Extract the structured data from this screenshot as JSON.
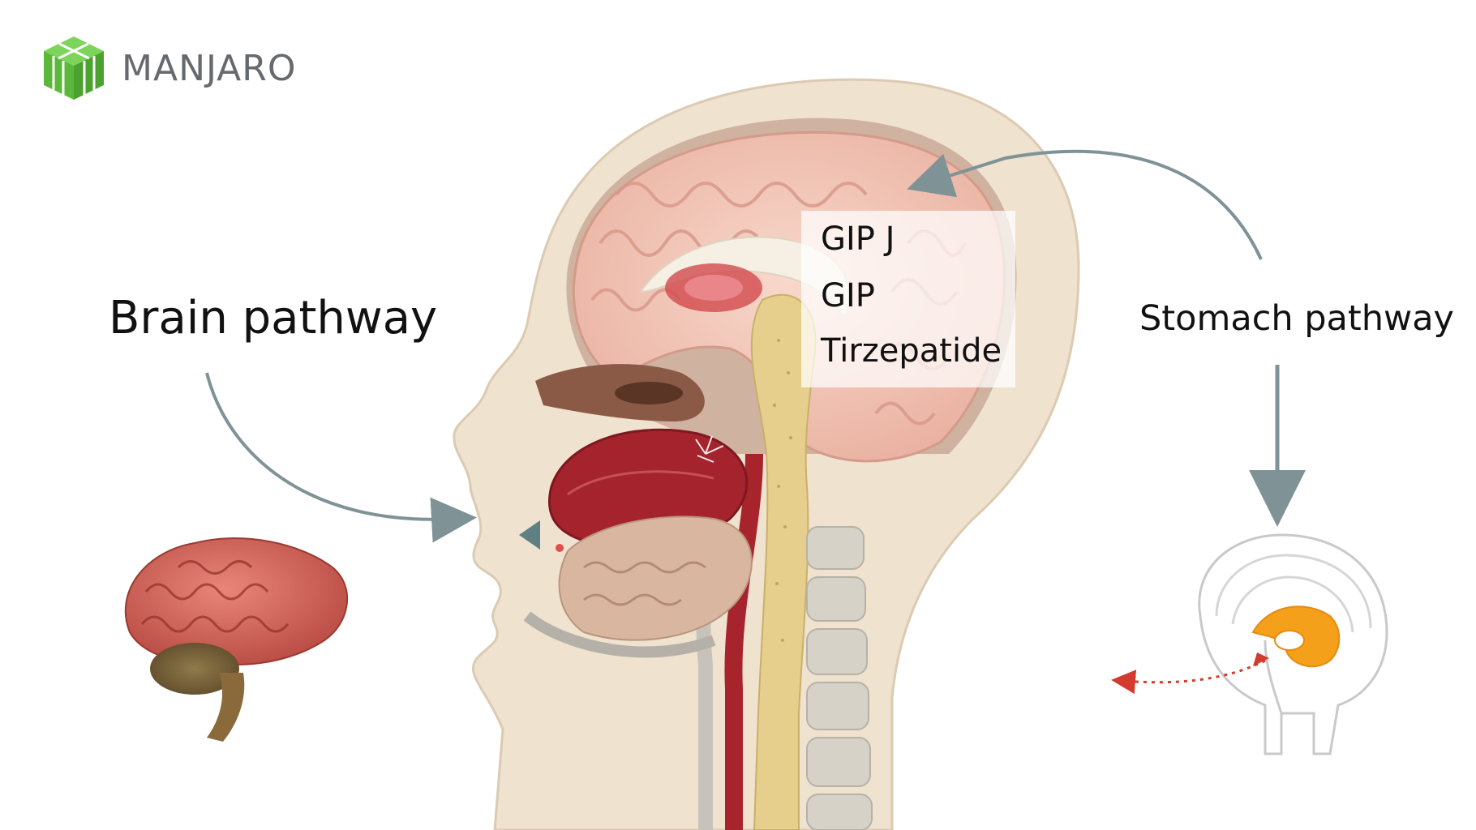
{
  "brand": {
    "name": "MANJARO",
    "logo_color": "#5cb83a"
  },
  "labels": {
    "left": "Brain pathway",
    "right": "Stomach pathway"
  },
  "callout": {
    "lines": [
      "GIP J",
      "GIP",
      "Tirzepatide"
    ]
  },
  "icons": {
    "logo": "cube-logo-icon",
    "arrow_left": "curved-arrow-icon",
    "arrow_right": "curved-arrow-icon",
    "arrow_down": "down-arrow-icon",
    "small_brain": "brain-icon",
    "head": "head-cross-section-illustration",
    "mini_brain": "brain-outline-diagram-icon"
  },
  "colors": {
    "arrow": "#7f9396",
    "skin": "#efe2cf",
    "brain": "#f2c6b7",
    "tongue": "#a5232c",
    "spine": "#d9d5cc",
    "accent_orange": "#f5a01a",
    "dotted_red": "#d23b2e"
  }
}
